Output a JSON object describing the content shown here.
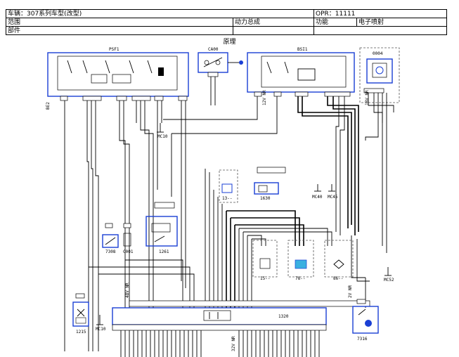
{
  "header": {
    "vehicle": "车辆：307系列车型(改型)",
    "opr": "OPR：11111",
    "range_label": "范围",
    "range_value": "动力总成",
    "function_label": "功能",
    "function_value": "电子喷射",
    "part_label": "部件"
  },
  "diagram": {
    "title": "原理",
    "components": {
      "psf1": "PSF1",
      "ca00": "CA00",
      "bsi1": "BSI1",
      "c0004": "0004",
      "c1630": "1630",
      "c7308": "7308",
      "c0001": "C001",
      "c1261": "1261",
      "c1215": "1215",
      "c1320": "1320",
      "c7316": "7316",
      "c15": "15--",
      "c78": "78--",
      "c86": "86--",
      "c13": "13--"
    },
    "grounds": {
      "mc10a": "MC10",
      "mc40": "MC40",
      "mc45": "MC45",
      "mc10b": "MC10",
      "mc52": "MC52"
    },
    "connectors": {
      "psf1_left": "BE2",
      "bsi1_mid": "12V NR",
      "c0004_mid": "18V NR",
      "c1320_left": "48V NR",
      "c1320_mid": "32V NR",
      "c7316_top": "2V NR"
    }
  }
}
